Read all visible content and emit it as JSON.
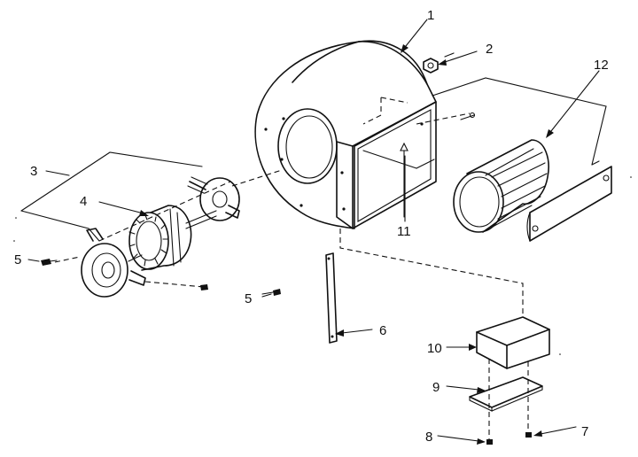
{
  "callouts": {
    "c1": "1",
    "c2": "2",
    "c3": "3",
    "c4": "4",
    "c5a": "5",
    "c5b": "5",
    "c6": "6",
    "c7": "7",
    "c8": "8",
    "c9": "9",
    "c10": "10",
    "c11": "11",
    "c12": "12"
  }
}
